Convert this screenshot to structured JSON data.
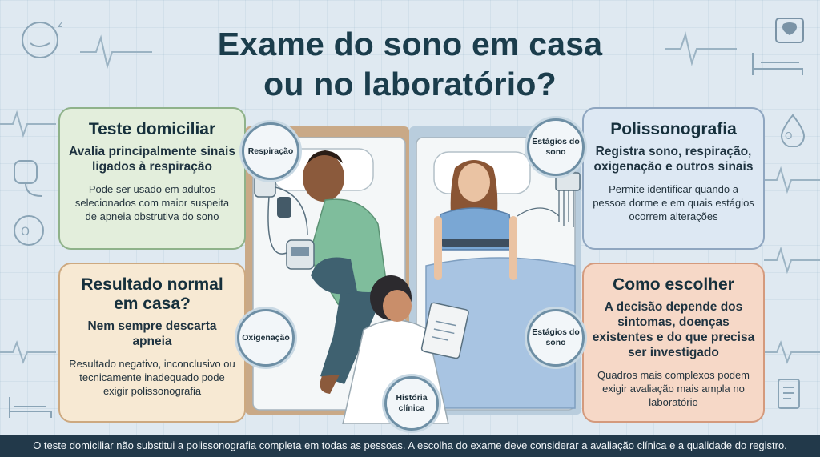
{
  "title": {
    "line1": "Exame do sono em casa",
    "line2": "ou no laboratório?"
  },
  "cards": {
    "home_test": {
      "heading": "Teste domiciliar",
      "lead": "Avalia principalmente sinais ligados à respiração",
      "detail": "Pode ser usado em adultos selecionados com maior suspeita de apneia obstrutiva do sono"
    },
    "normal_result": {
      "heading": "Resultado normal em casa?",
      "lead": "Nem sempre descarta apneia",
      "detail": "Resultado negativo, inconclusivo ou tecnicamente inadequado pode exigir polissonografia"
    },
    "polysomnography": {
      "heading": "Polissonografia",
      "lead": "Registra sono, respiração, oxigenação e outros sinais",
      "detail": "Permite identificar quando a pessoa dorme e em quais estágios ocorrem alterações"
    },
    "how_to_choose": {
      "heading": "Como escolher",
      "lead": "A decisão depende dos sintomas, doenças existentes e do que precisa ser investigado",
      "detail": "Quadros mais complexos podem exigir avaliação mais ampla no laboratório"
    }
  },
  "bubbles": {
    "breathing": "Respiração",
    "sleep_stages_top": "Estágios do sono",
    "oxygenation": "Oxigenação",
    "sleep_stages_bottom": "Estágios do sono",
    "clinical_history": "História clínica"
  },
  "footer": "O teste domiciliar não substitui a polissonografia completa em todas as pessoas. A escolha do exame deve considerar a avaliação clínica e a qualidade do registro.",
  "colors": {
    "background": "#dfe9f1",
    "title": "#1b3d4c",
    "home_card": "#e3eedc",
    "result_card": "#f7e9d3",
    "psg_card": "#dde8f3",
    "choose_card": "#f6d8c7",
    "footer": "#22394a"
  }
}
